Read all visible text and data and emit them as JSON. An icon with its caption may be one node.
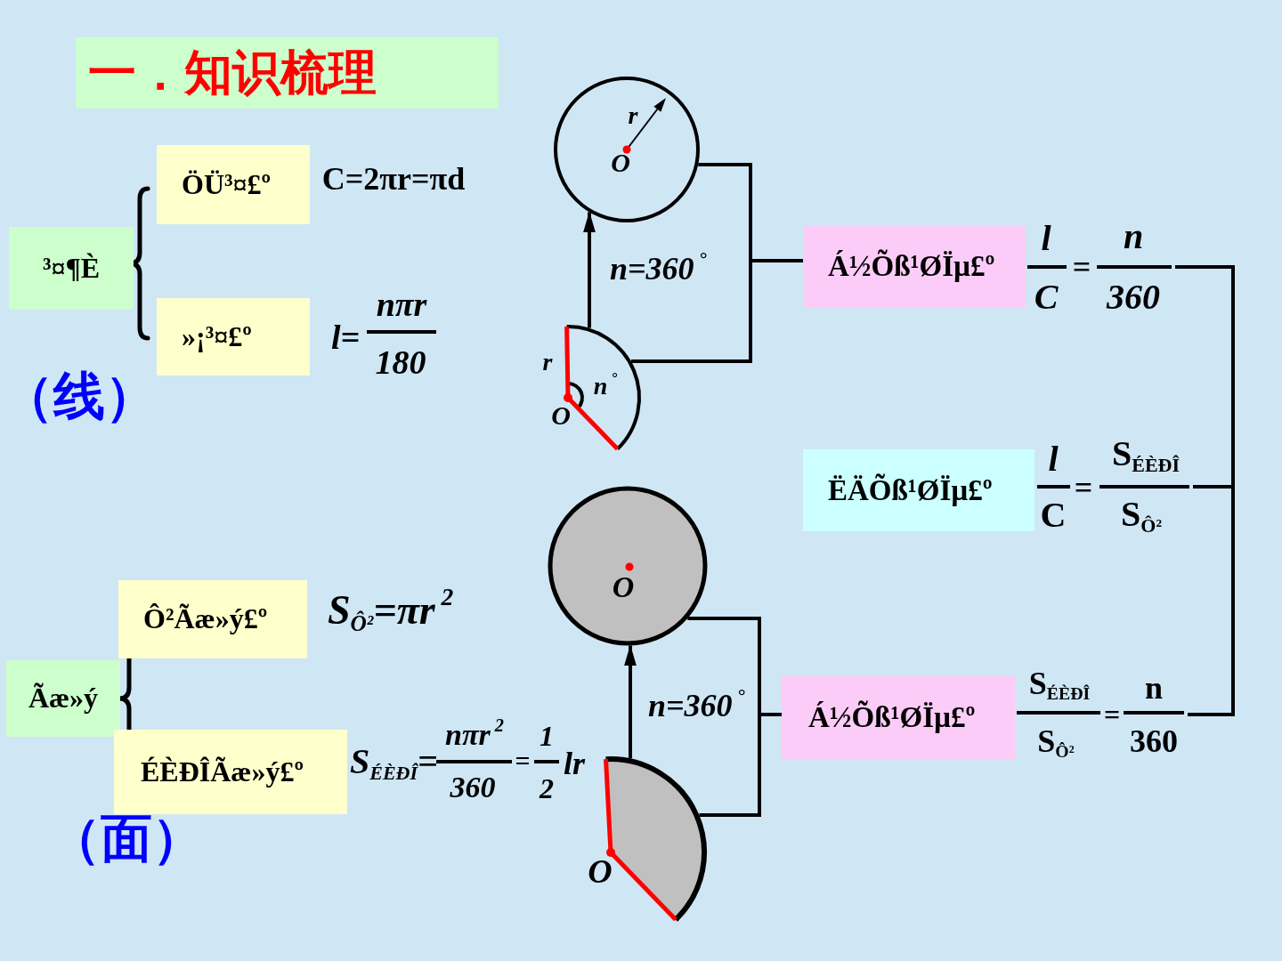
{
  "diagram": {
    "title": "一．知识梳理",
    "nodes": [
      {
        "text": [
          "³¤¶È"
        ]
      },
      {
        "text": [
          "ÖÜ³¤£º"
        ],
        "beside": [
          "C=2πr=πd"
        ]
      },
      {
        "text": [
          "»¡³¤£º"
        ],
        "beside": [
          "l=",
          "nπr",
          "180"
        ]
      },
      {
        "text": [
          "r",
          "O"
        ]
      },
      {
        "text": [
          "r",
          "n$^{°}$",
          "O"
        ]
      },
      {
        "text": [
          "Á½Õß¹ØÏµ£º"
        ]
      },
      {
        "text": [
          "l",
          "C",
          "=",
          "n",
          "360"
        ]
      },
      {
        "text": [
          "ËÄÕß¹ØÏµ£º"
        ]
      },
      {
        "text": [
          "l",
          "C",
          "=",
          "S$_{ÉÈÐÎ}$",
          "S$_{Ô²}$"
        ]
      },
      {
        "text": [
          "Ãæ»ý"
        ]
      },
      {
        "text": [
          "Ô²Ãæ»ý£º"
        ],
        "beside": [
          "S$_{Ô²}$=πr$^{2}$"
        ]
      },
      {
        "text": [
          "ÉÈÐÎÃæ»ý£º"
        ],
        "beside": [
          "S$_{ÉÈÐÎ}$=",
          "nπr$^{2}$",
          "360",
          "=",
          "1",
          "2",
          "lr"
        ]
      },
      {
        "text": [
          "O"
        ]
      },
      {
        "text": [
          "O"
        ]
      },
      {
        "text": [
          "Á½Õß¹ØÏµ£º"
        ]
      },
      {
        "text": [
          "S$_{ÉÈÐÎ}$",
          "S$_{Ô²}$",
          "=",
          "n",
          "360"
        ]
      }
    ],
    "edges": [
      {
        "from": 4,
        "to": 3,
        "arrow": "to",
        "label": "n=360$^{°}$"
      },
      {
        "from": 3,
        "to": 5,
        "arrow": "none"
      },
      {
        "from": 4,
        "to": 5,
        "arrow": "none"
      },
      {
        "from": 13,
        "to": 12,
        "arrow": "to",
        "label": "n=360$^{°}$"
      },
      {
        "from": 12,
        "to": 14,
        "arrow": "none"
      },
      {
        "from": 13,
        "to": 14,
        "arrow": "none"
      },
      {
        "from": 6,
        "to": 8,
        "arrow": "none"
      },
      {
        "from": 15,
        "to": 8,
        "arrow": "none"
      }
    ],
    "labels": [
      "（线）",
      "（面）"
    ]
  }
}
